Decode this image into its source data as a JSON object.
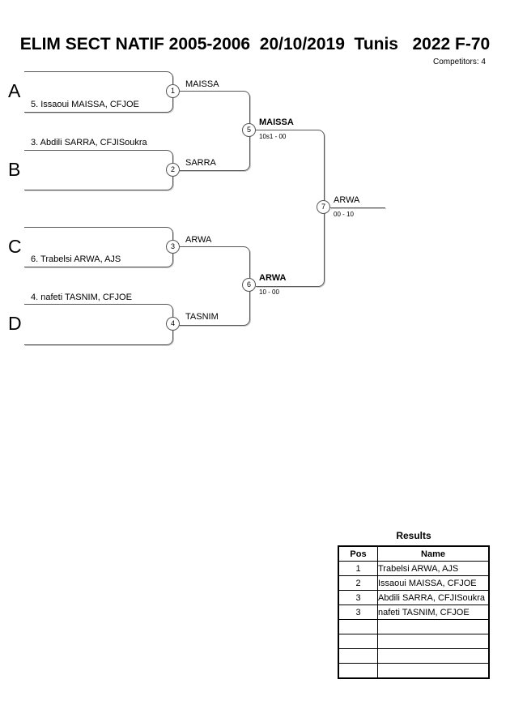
{
  "header": {
    "title": "ELIM SECT NATIF 2005-2006  20/10/2019  Tunis   2022 F-70",
    "competitors_label": "Competitors: 4"
  },
  "bracket": {
    "pools": [
      {
        "letter": "A",
        "competitor": "5. Issaoui MAISSA, CFJOE"
      },
      {
        "letter": "B",
        "competitor": "3. Abdili SARRA, CFJISoukra"
      },
      {
        "letter": "C",
        "competitor": "6. Trabelsi ARWA, AJS"
      },
      {
        "letter": "D",
        "competitor": "4. nafeti TASNIM, CFJOE"
      }
    ],
    "matches": [
      {
        "number": "1",
        "winner": "MAISSA",
        "score": ""
      },
      {
        "number": "2",
        "winner": "SARRA",
        "score": ""
      },
      {
        "number": "3",
        "winner": "ARWA",
        "score": ""
      },
      {
        "number": "4",
        "winner": "TASNIM",
        "score": ""
      },
      {
        "number": "5",
        "winner": "MAISSA",
        "score": "10s1 - 00"
      },
      {
        "number": "6",
        "winner": "ARWA",
        "score": "10 - 00"
      },
      {
        "number": "7",
        "winner": "ARWA",
        "score": "00 - 10"
      }
    ]
  },
  "results": {
    "title": "Results",
    "columns": {
      "pos": "Pos",
      "name": "Name"
    },
    "rows": [
      {
        "pos": "1",
        "name": "Trabelsi ARWA, AJS"
      },
      {
        "pos": "2",
        "name": "Issaoui MAISSA, CFJOE"
      },
      {
        "pos": "3",
        "name": "Abdili SARRA, CFJISoukra"
      },
      {
        "pos": "3",
        "name": "nafeti TASNIM, CFJOE"
      },
      {
        "pos": "",
        "name": ""
      },
      {
        "pos": "",
        "name": ""
      },
      {
        "pos": "",
        "name": ""
      },
      {
        "pos": "",
        "name": ""
      }
    ]
  }
}
